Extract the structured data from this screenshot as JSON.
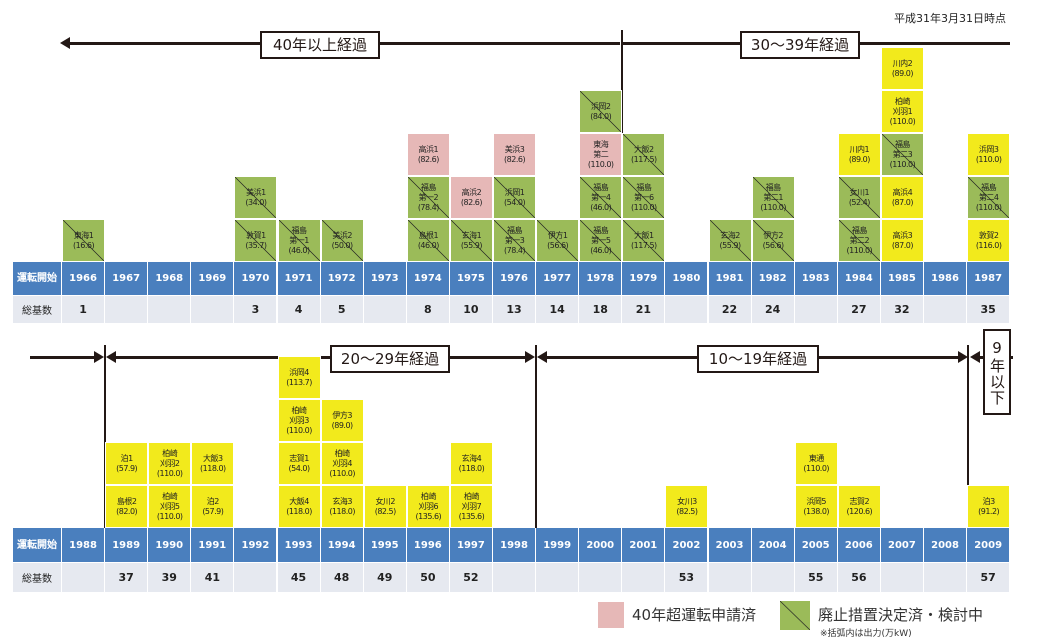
{
  "as_of": "平成31年3月31日時点",
  "row_labels": {
    "start": "運転開始",
    "total": "総基数"
  },
  "periods": {
    "over40": "40年以上経過",
    "y30_39": "30～39年経過",
    "y20_29": "20～29年経過",
    "y10_19": "10～19年経過",
    "under9": "9年以下"
  },
  "legend": {
    "pink": "40年超運転申請済",
    "green": "廃止措置決定済・検討中",
    "note": "※括弧内は出力(万kW)"
  },
  "colors": {
    "blue": "#4a7fbe",
    "yellow": "#f2ea1c",
    "pink": "#e6b8b7",
    "green": "#9bbb59",
    "gray": "#e6e9f0"
  },
  "rows": [
    [
      {
        "year": "1966",
        "total": "1",
        "units": [
          {
            "name": [
              "東海1"
            ],
            "output": "(16.6)",
            "status": "green"
          }
        ]
      },
      {
        "year": "1967",
        "total": "",
        "units": []
      },
      {
        "year": "1968",
        "total": "",
        "units": []
      },
      {
        "year": "1969",
        "total": "",
        "units": []
      },
      {
        "year": "1970",
        "total": "3",
        "units": [
          {
            "name": [
              "敦賀1"
            ],
            "output": "(35.7)",
            "status": "green"
          },
          {
            "name": [
              "美浜1"
            ],
            "output": "(34.0)",
            "status": "green"
          }
        ]
      },
      {
        "year": "1971",
        "total": "4",
        "units": [
          {
            "name": [
              "福島",
              "第一1"
            ],
            "output": "(46.0)",
            "status": "green"
          }
        ]
      },
      {
        "year": "1972",
        "total": "5",
        "units": [
          {
            "name": [
              "美浜2"
            ],
            "output": "(50.0)",
            "status": "green"
          }
        ]
      },
      {
        "year": "1973",
        "total": "",
        "units": []
      },
      {
        "year": "1974",
        "total": "8",
        "units": [
          {
            "name": [
              "島根1"
            ],
            "output": "(46.0)",
            "status": "green"
          },
          {
            "name": [
              "福島",
              "第一2"
            ],
            "output": "(78.4)",
            "status": "green"
          },
          {
            "name": [
              "高浜1"
            ],
            "output": "(82.6)",
            "status": "pink"
          }
        ]
      },
      {
        "year": "1975",
        "total": "10",
        "units": [
          {
            "name": [
              "玄海1"
            ],
            "output": "(55.9)",
            "status": "green"
          },
          {
            "name": [
              "高浜2"
            ],
            "output": "(82.6)",
            "status": "pink"
          }
        ]
      },
      {
        "year": "1976",
        "total": "13",
        "units": [
          {
            "name": [
              "福島",
              "第一3"
            ],
            "output": "(78.4)",
            "status": "green"
          },
          {
            "name": [
              "浜岡1"
            ],
            "output": "(54.0)",
            "status": "green"
          },
          {
            "name": [
              "美浜3"
            ],
            "output": "(82.6)",
            "status": "pink"
          }
        ]
      },
      {
        "year": "1977",
        "total": "14",
        "units": [
          {
            "name": [
              "伊方1"
            ],
            "output": "(56.6)",
            "status": "green"
          }
        ]
      },
      {
        "year": "1978",
        "total": "18",
        "units": [
          {
            "name": [
              "福島",
              "第一5"
            ],
            "output": "(46.0)",
            "status": "green"
          },
          {
            "name": [
              "福島",
              "第一4"
            ],
            "output": "(46.0)",
            "status": "green"
          },
          {
            "name": [
              "東海",
              "第二"
            ],
            "output": "(110.0)",
            "status": "pink"
          },
          {
            "name": [
              "浜岡2"
            ],
            "output": "(84.0)",
            "status": "green"
          }
        ]
      },
      {
        "year": "1979",
        "total": "21",
        "units": [
          {
            "name": [
              "大飯1"
            ],
            "output": "(117.5)",
            "status": "green"
          },
          {
            "name": [
              "福島",
              "第一6"
            ],
            "output": "(110.0)",
            "status": "green"
          },
          {
            "name": [
              "大飯2"
            ],
            "output": "(117.5)",
            "status": "green"
          }
        ]
      },
      {
        "year": "1980",
        "total": "",
        "units": []
      },
      {
        "year": "1981",
        "total": "22",
        "units": [
          {
            "name": [
              "玄海2"
            ],
            "output": "(55.9)",
            "status": "green"
          }
        ]
      },
      {
        "year": "1982",
        "total": "24",
        "units": [
          {
            "name": [
              "伊方2"
            ],
            "output": "(56.6)",
            "status": "green"
          },
          {
            "name": [
              "福島",
              "第二1"
            ],
            "output": "(110.0)",
            "status": "green"
          }
        ]
      },
      {
        "year": "1983",
        "total": "",
        "units": []
      },
      {
        "year": "1984",
        "total": "27",
        "units": [
          {
            "name": [
              "福島",
              "第二2"
            ],
            "output": "(110.0)",
            "status": "green"
          },
          {
            "name": [
              "女川1"
            ],
            "output": "(52.4)",
            "status": "green"
          },
          {
            "name": [
              "川内1"
            ],
            "output": "(89.0)",
            "status": "yellow"
          }
        ]
      },
      {
        "year": "1985",
        "total": "32",
        "units": [
          {
            "name": [
              "高浜3"
            ],
            "output": "(87.0)",
            "status": "yellow"
          },
          {
            "name": [
              "高浜4"
            ],
            "output": "(87.0)",
            "status": "yellow"
          },
          {
            "name": [
              "福島",
              "第二3"
            ],
            "output": "(110.0)",
            "status": "green"
          },
          {
            "name": [
              "柏崎",
              "刈羽1"
            ],
            "output": "(110.0)",
            "status": "yellow"
          },
          {
            "name": [
              "川内2"
            ],
            "output": "(89.0)",
            "status": "yellow"
          }
        ]
      },
      {
        "year": "1986",
        "total": "",
        "units": []
      },
      {
        "year": "1987",
        "total": "35",
        "units": [
          {
            "name": [
              "敦賀2"
            ],
            "output": "(116.0)",
            "status": "yellow"
          },
          {
            "name": [
              "福島",
              "第二4"
            ],
            "output": "(110.0)",
            "status": "green"
          },
          {
            "name": [
              "浜岡3"
            ],
            "output": "(110.0)",
            "status": "yellow"
          }
        ]
      }
    ],
    [
      {
        "year": "1988",
        "total": "",
        "units": []
      },
      {
        "year": "1989",
        "total": "37",
        "units": [
          {
            "name": [
              "島根2"
            ],
            "output": "(82.0)",
            "status": "yellow"
          },
          {
            "name": [
              "泊1"
            ],
            "output": "(57.9)",
            "status": "yellow"
          }
        ]
      },
      {
        "year": "1990",
        "total": "39",
        "units": [
          {
            "name": [
              "柏崎",
              "刈羽5"
            ],
            "output": "(110.0)",
            "status": "yellow"
          },
          {
            "name": [
              "柏崎",
              "刈羽2"
            ],
            "output": "(110.0)",
            "status": "yellow"
          }
        ]
      },
      {
        "year": "1991",
        "total": "41",
        "units": [
          {
            "name": [
              "泊2"
            ],
            "output": "(57.9)",
            "status": "yellow"
          },
          {
            "name": [
              "大飯3"
            ],
            "output": "(118.0)",
            "status": "yellow"
          }
        ]
      },
      {
        "year": "1992",
        "total": "",
        "units": []
      },
      {
        "year": "1993",
        "total": "45",
        "units": [
          {
            "name": [
              "大飯4"
            ],
            "output": "(118.0)",
            "status": "yellow"
          },
          {
            "name": [
              "志賀1"
            ],
            "output": "(54.0)",
            "status": "yellow"
          },
          {
            "name": [
              "柏崎",
              "刈羽3"
            ],
            "output": "(110.0)",
            "status": "yellow"
          },
          {
            "name": [
              "浜岡4"
            ],
            "output": "(113.7)",
            "status": "yellow"
          }
        ]
      },
      {
        "year": "1994",
        "total": "48",
        "units": [
          {
            "name": [
              "玄海3"
            ],
            "output": "(118.0)",
            "status": "yellow"
          },
          {
            "name": [
              "柏崎",
              "刈羽4"
            ],
            "output": "(110.0)",
            "status": "yellow"
          },
          {
            "name": [
              "伊方3"
            ],
            "output": "(89.0)",
            "status": "yellow"
          }
        ]
      },
      {
        "year": "1995",
        "total": "49",
        "units": [
          {
            "name": [
              "女川2"
            ],
            "output": "(82.5)",
            "status": "yellow"
          }
        ]
      },
      {
        "year": "1996",
        "total": "50",
        "units": [
          {
            "name": [
              "柏崎",
              "刈羽6"
            ],
            "output": "(135.6)",
            "status": "yellow"
          }
        ]
      },
      {
        "year": "1997",
        "total": "52",
        "units": [
          {
            "name": [
              "柏崎",
              "刈羽7"
            ],
            "output": "(135.6)",
            "status": "yellow"
          },
          {
            "name": [
              "玄海4"
            ],
            "output": "(118.0)",
            "status": "yellow"
          }
        ]
      },
      {
        "year": "1998",
        "total": "",
        "units": []
      },
      {
        "year": "1999",
        "total": "",
        "units": []
      },
      {
        "year": "2000",
        "total": "",
        "units": []
      },
      {
        "year": "2001",
        "total": "",
        "units": []
      },
      {
        "year": "2002",
        "total": "53",
        "units": [
          {
            "name": [
              "女川3"
            ],
            "output": "(82.5)",
            "status": "yellow"
          }
        ]
      },
      {
        "year": "2003",
        "total": "",
        "units": []
      },
      {
        "year": "2004",
        "total": "",
        "units": []
      },
      {
        "year": "2005",
        "total": "55",
        "units": [
          {
            "name": [
              "浜岡5"
            ],
            "output": "(138.0)",
            "status": "yellow"
          },
          {
            "name": [
              "東通"
            ],
            "output": "(110.0)",
            "status": "yellow"
          }
        ]
      },
      {
        "year": "2006",
        "total": "56",
        "units": [
          {
            "name": [
              "志賀2"
            ],
            "output": "(120.6)",
            "status": "yellow"
          }
        ]
      },
      {
        "year": "2007",
        "total": "",
        "units": []
      },
      {
        "year": "2008",
        "total": "",
        "units": []
      },
      {
        "year": "2009",
        "total": "57",
        "units": [
          {
            "name": [
              "泊3"
            ],
            "output": "(91.2)",
            "status": "yellow"
          }
        ]
      }
    ]
  ]
}
